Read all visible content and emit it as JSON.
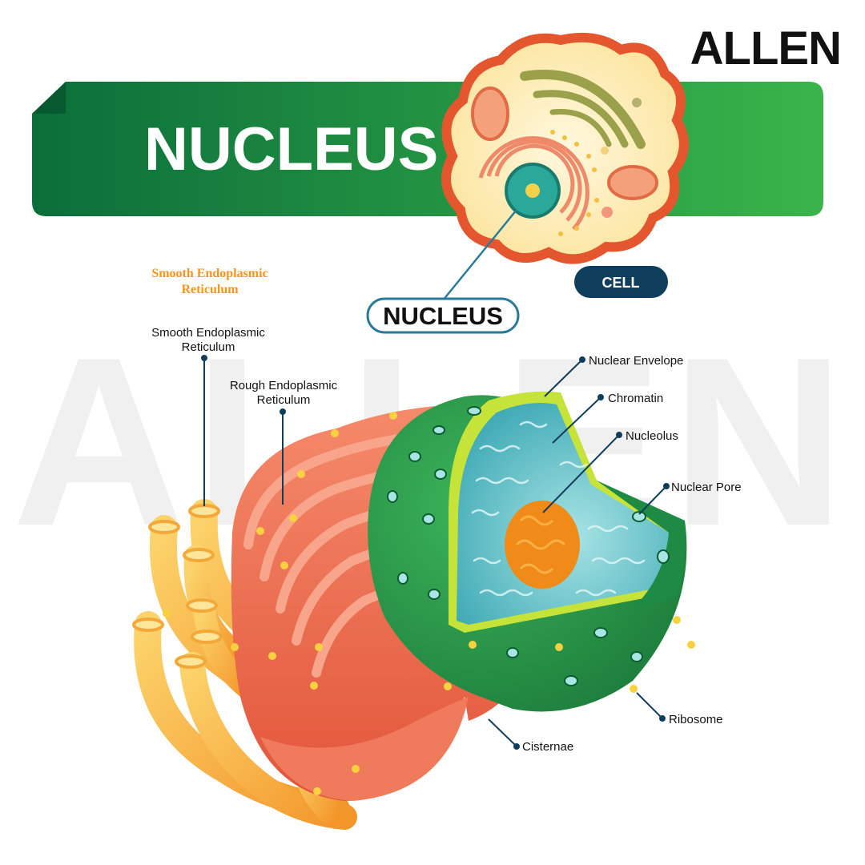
{
  "brand": {
    "logo_text": "ALLEN",
    "watermark_text": "ALLEN"
  },
  "banner": {
    "title": "NUCLEUS"
  },
  "cell_badge": {
    "label": "CELL"
  },
  "nucleus_badge": {
    "label": "NUCLEUS"
  },
  "labels": {
    "ser_highlight": [
      "Smooth Endoplasmic",
      "Reticulum"
    ],
    "ser": [
      "Smooth Endoplasmic",
      "Reticulum"
    ],
    "rer": [
      "Rough Endoplasmic",
      "Reticulum"
    ],
    "nuclear_envelope": "Nuclear Envelope",
    "chromatin": "Chromatin",
    "nucleolus": "Nucleolus",
    "nuclear_pore": "Nuclear Pore",
    "ribosome": "Ribosome",
    "cisternae": "Cisternae"
  },
  "colors": {
    "banner_dark": "#0b6e3a",
    "banner_light": "#39b54a",
    "navy": "#0f3d5c",
    "orange_label": "#f7941d",
    "cell_border": "#e4572e",
    "cytoplasm": "#fdf1c4",
    "nucleus_green": "#2a9d4a",
    "nucleoplasm": "#5bc4c8",
    "nucleolus": "#f39c12",
    "er_red": "#f06d4f",
    "ser_yellow": "#f9b233"
  }
}
